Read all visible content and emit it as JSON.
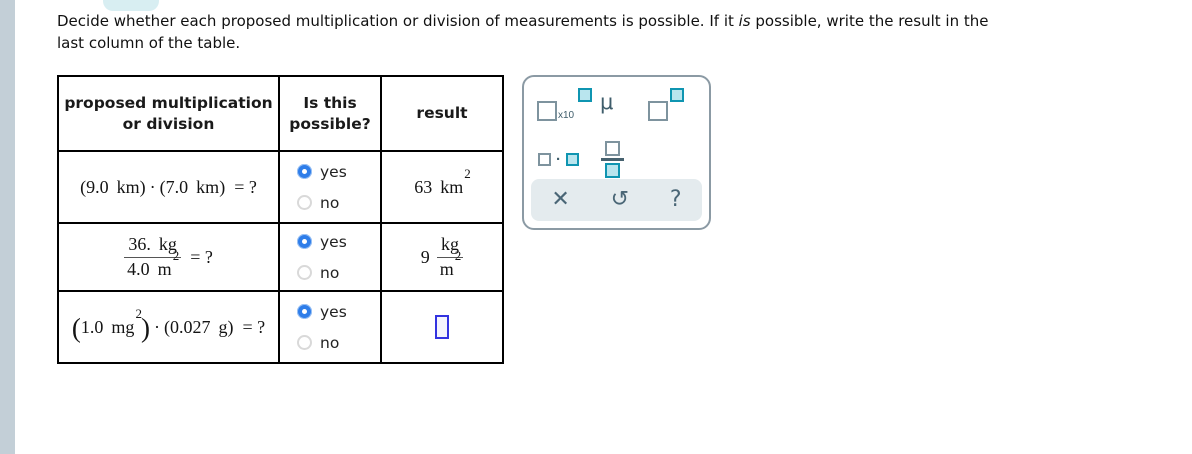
{
  "instructions": {
    "part1": "Decide whether each proposed multiplication or division of measurements is possible. If it ",
    "italic_word": "is",
    "part2": " possible, write the result in the",
    "line2": "last column of the table."
  },
  "symbols": {
    "lparen": "(",
    "rparen": ")",
    "cdot": "·",
    "equals_q": "= ?"
  },
  "options": {
    "yes": "yes",
    "no": "no"
  },
  "table": {
    "headers": [
      "proposed multiplication or division",
      "Is this possible?",
      "result"
    ],
    "rows": [
      {
        "type": "multiplication",
        "factor1": {
          "value": "9.0",
          "unit": "km"
        },
        "factor2": {
          "value": "7.0",
          "unit": "km"
        },
        "answer": "yes",
        "result": {
          "value": "63",
          "unit": "km",
          "sup": "2"
        }
      },
      {
        "type": "division",
        "numerator": {
          "value": "36.",
          "unit": "kg"
        },
        "denominator": {
          "value": "4.0",
          "unit": "m",
          "sup": "2"
        },
        "answer": "yes",
        "result": {
          "coef": "9",
          "num_unit": "kg",
          "den_unit": "m",
          "den_sup": "2"
        }
      },
      {
        "type": "multiplication",
        "factor1": {
          "value": "1.0",
          "unit": "mg",
          "sup": "2"
        },
        "factor2": {
          "value": "0.027",
          "unit": "g"
        },
        "answer": "yes",
        "result": {
          "type": "input",
          "value": ""
        }
      }
    ]
  },
  "palette": {
    "sci_notation_label": "x10",
    "mu_symbol": "μ",
    "clear_icon": "✕",
    "undo_icon": "↺",
    "help_icon": "?"
  },
  "colors": {
    "radio_selected": "#2e7de9",
    "input_border": "#3333e0",
    "palette_teal_fill": "#b9e5ee",
    "palette_teal_border": "#0f95b1",
    "panel_border": "#8b9aa4",
    "action_bar_bg": "#e4ebee",
    "action_icon": "#4a6676",
    "sidebar_strip": "#c3cfd7",
    "tab_remnant": "#d8eef2",
    "table_border": "#000000"
  }
}
